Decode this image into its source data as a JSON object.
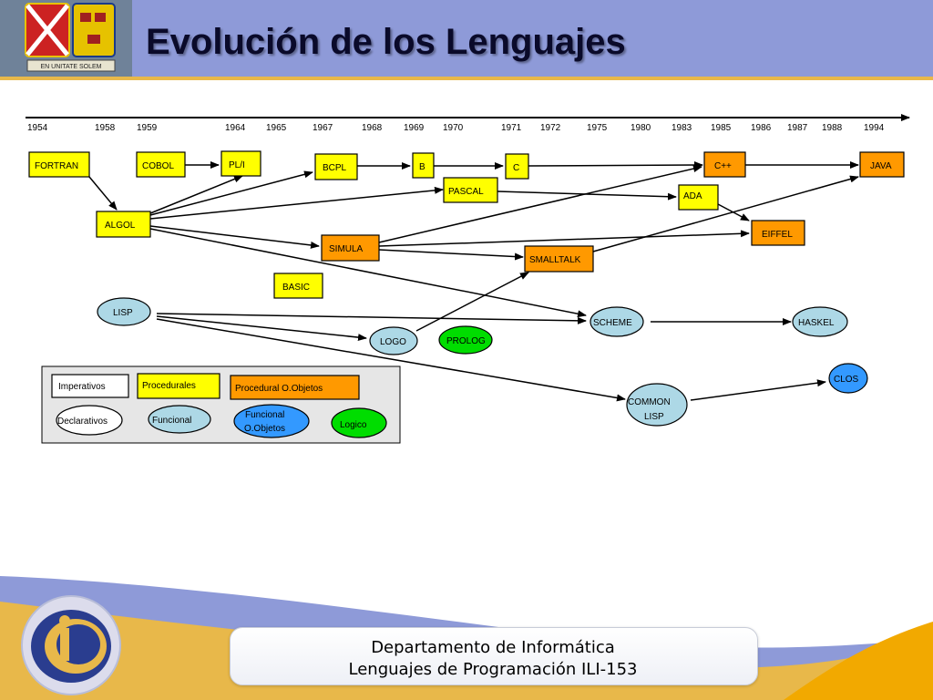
{
  "header": {
    "title": "Evolución de los Lenguajes",
    "seal_text": "EN UNITATE SOLEM"
  },
  "timeline": {
    "years": [
      "1954",
      "1958",
      "1959",
      "1964",
      "1965",
      "1967",
      "1968",
      "1969",
      "1970",
      "1971",
      "1972",
      "1975",
      "1980",
      "1983",
      "1985",
      "1986",
      "1987",
      "1988",
      "1994"
    ]
  },
  "nodes": {
    "fortran": "FORTRAN",
    "cobol": "COBOL",
    "pli": "PL/I",
    "bcpl": "BCPL",
    "b": "B",
    "c": "C",
    "cpp": "C++",
    "java": "JAVA",
    "algol": "ALGOL",
    "pascal": "PASCAL",
    "ada": "ADA",
    "simula": "SIMULA",
    "smalltalk": "SMALLTALK",
    "eiffel": "EIFFEL",
    "basic": "BASIC",
    "lisp": "LISP",
    "logo": "LOGO",
    "prolog": "PROLOG",
    "scheme": "SCHEME",
    "haskel": "HASKEL",
    "common_lisp_1": "COMMON",
    "common_lisp_2": "LISP",
    "clos": "CLOS"
  },
  "legend": {
    "imperativos": "Imperativos",
    "procedurales": "Procedurales",
    "procedural_oo": "Procedural O.Objetos",
    "declarativos": "Declarativos",
    "funcional": "Funcional",
    "funcional_oo_1": "Funcional",
    "funcional_oo_2": "O.Objetos",
    "logico": "Logico"
  },
  "footer": {
    "line1": "Departamento de  Informática",
    "line2": "Lenguajes de Programación ILI-153"
  },
  "colors": {
    "yellow": "#ffff00",
    "orange": "#ff9900",
    "light_blue": "#add8e6",
    "blue": "#3399ff",
    "green": "#00dd00",
    "header": "#8e9ad8",
    "accent": "#e8b84a"
  }
}
